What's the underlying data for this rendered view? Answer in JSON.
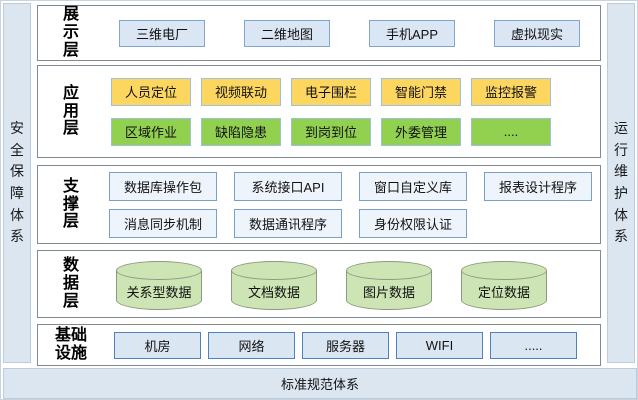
{
  "bands": {
    "left": "安全保障体系",
    "right": "运行维护体系",
    "bottom": "标准规范体系"
  },
  "layers": [
    {
      "label": "展示层",
      "rows": [
        {
          "items": [
            "三维电厂",
            "二维地图",
            "手机APP",
            "虚拟现实"
          ]
        }
      ]
    },
    {
      "label": "应用层",
      "rows": [
        {
          "items": [
            "人员定位",
            "视频联动",
            "电子围栏",
            "智能门禁",
            "监控报警"
          ]
        },
        {
          "items": [
            "区域作业",
            "缺陷隐患",
            "到岗到位",
            "外委管理",
            "...."
          ]
        }
      ]
    },
    {
      "label": "支撑层",
      "rows": [
        {
          "items": [
            "数据库操作包",
            "系统接口API",
            "窗口自定义库",
            "报表设计程序"
          ]
        },
        {
          "items": [
            "消息同步机制",
            "数据通讯程序",
            "身份权限认证"
          ]
        }
      ]
    },
    {
      "label": "数据层",
      "rows": [
        {
          "items": [
            "关系型数据",
            "文档数据",
            "图片数据",
            "定位数据"
          ]
        }
      ]
    },
    {
      "label": "基础设施",
      "rows": [
        {
          "items": [
            "机房",
            "网络",
            "服务器",
            "WIFI",
            "....."
          ]
        }
      ]
    }
  ],
  "colors": {
    "band_fill": "#dce6f1",
    "presentation_box_fill": "#dae6f3",
    "application_row1_fill": "#fdd65f",
    "application_row2_fill": "#92d050",
    "support_box_fill": "#eef4fb",
    "data_cylinder_fill": "#cde4b5",
    "infrastructure_box_fill": "#dae6f2",
    "box_border_blue": "#9cc0e0",
    "infrastructure_box_border": "#4f81bd"
  }
}
